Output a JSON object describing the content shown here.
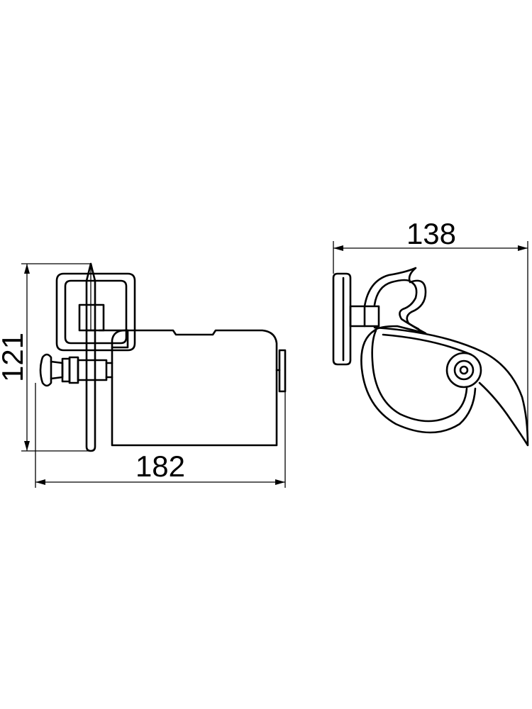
{
  "diagram": {
    "colors": {
      "line": "#000000",
      "background": "#ffffff"
    },
    "dimensions": {
      "height_side_view": "121",
      "width_side_view": "182",
      "depth_front_view": "138"
    }
  }
}
